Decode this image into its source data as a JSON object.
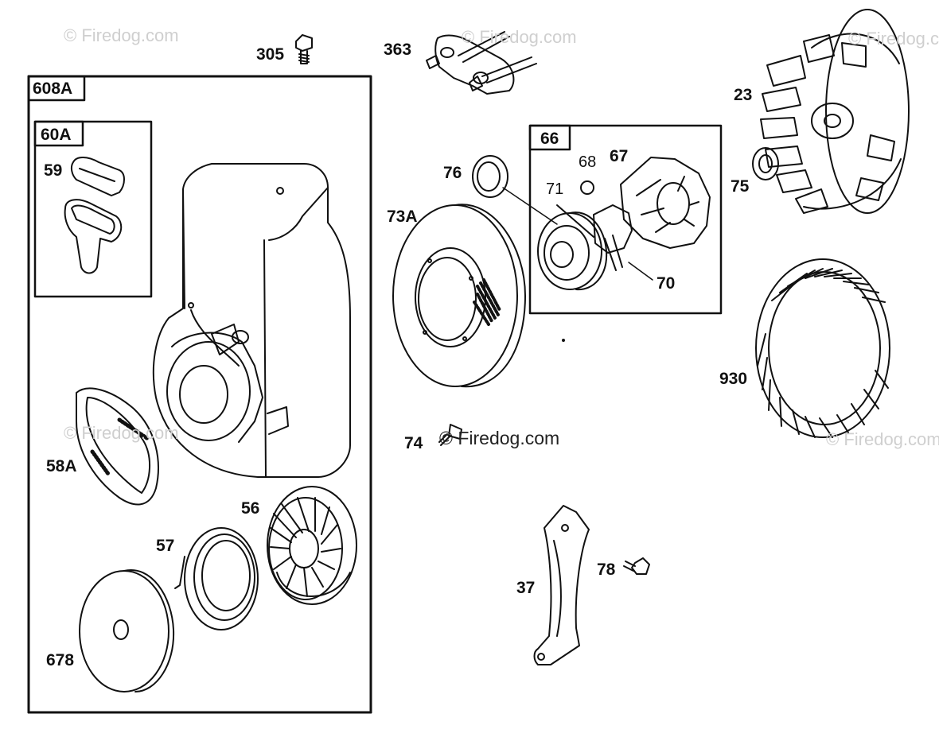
{
  "watermarks": {
    "faint": "© Firedog.com",
    "main": "© Firedog.com"
  },
  "groups": {
    "starter_assembly": "608A",
    "handle_kit": "60A",
    "clutch_kit": "66"
  },
  "parts": {
    "p305": "305",
    "p363": "363",
    "p23": "23",
    "p59": "59",
    "p76": "76",
    "p68": "68",
    "p67": "67",
    "p71": "71",
    "p75": "75",
    "p73A": "73A",
    "p70": "70",
    "p930": "930",
    "p74": "74",
    "p58A": "58A",
    "p56": "56",
    "p57": "57",
    "p78": "78",
    "p37": "37",
    "p678": "678"
  },
  "colors": {
    "line": "#111111",
    "watermark": "#cfcfcf"
  }
}
